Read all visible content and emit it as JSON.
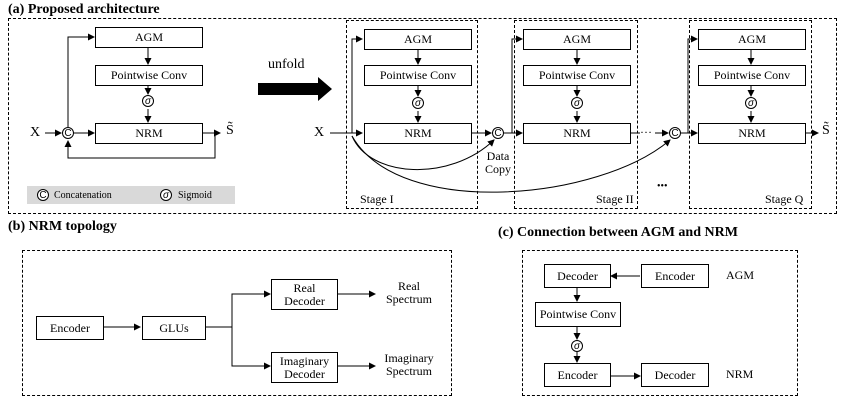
{
  "sections": {
    "a_title": "(a) Proposed architecture",
    "b_title": "(b) NRM topology",
    "c_title": "(c) Connection between AGM and NRM"
  },
  "blocks": {
    "agm": "AGM",
    "pointwise": "Pointwise Conv",
    "nrm": "NRM",
    "encoder": "Encoder",
    "decoder": "Decoder",
    "glus": "GLUs",
    "real_decoder": "Real Decoder",
    "imag_decoder": "Imaginary Decoder"
  },
  "symbols": {
    "x": "X",
    "s_hat": "S̃",
    "concat": "C",
    "sigmoid": "σ",
    "ellipsis_h": "…",
    "ellipsis_dots": "•••"
  },
  "labels": {
    "unfold": "unfold",
    "data_copy": "Data Copy",
    "stage1": "Stage I",
    "stage2": "Stage II",
    "stageq": "Stage Q",
    "concatenation": "Concatenation",
    "sigmoid": "Sigmoid",
    "real_spectrum": "Real Spectrum",
    "imag_spectrum": "Imaginary Spectrum",
    "agm_side": "AGM",
    "nrm_side": "NRM"
  }
}
